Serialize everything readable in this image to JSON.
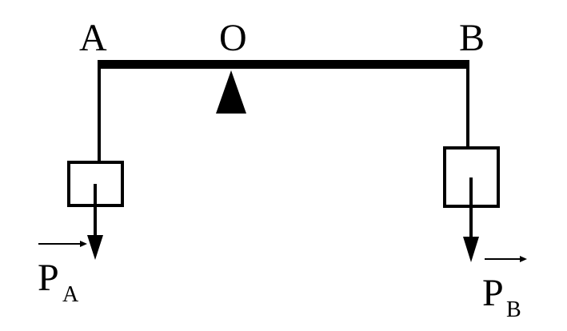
{
  "diagram": {
    "points": {
      "a": "A",
      "o": "O",
      "b": "B"
    },
    "forces": {
      "pa_main": "P",
      "pa_sub": "A",
      "pb_main": "P",
      "pb_sub": "B"
    },
    "colors": {
      "ink": "#000000",
      "background": "#ffffff"
    }
  }
}
